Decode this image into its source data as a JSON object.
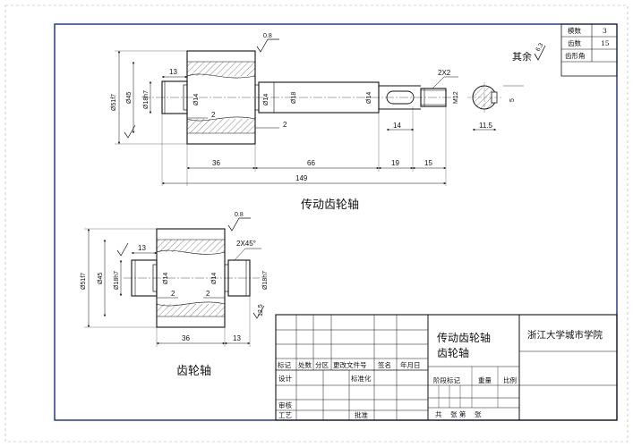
{
  "param_table": {
    "rows": [
      {
        "label": "模数",
        "value": "3"
      },
      {
        "label": "齿数",
        "value": "15"
      },
      {
        "label": "齿形角",
        "value": ""
      }
    ]
  },
  "roughness": {
    "rest": "其余",
    "rest_value": "6.3",
    "top_value": "0.8",
    "bottom_value": "0.8",
    "side_value": "12.5"
  },
  "top_view": {
    "title": "传动齿轮轴",
    "dims": {
      "d51": "Ø51f7",
      "d45": "Ø45",
      "d18a": "Ø18h7",
      "d14a": "Ø14",
      "d14b": "Ø14",
      "d18b": "Ø18",
      "d14c": "Ø14",
      "m12": "M12",
      "l13": "13",
      "l2a": "2",
      "l2b": "2",
      "l36": "36",
      "l66": "66",
      "l19": "19",
      "l15": "15",
      "l149": "149",
      "l14": "14",
      "c2x2": "2X2",
      "s11_5": "11.5",
      "s5": "5"
    }
  },
  "bottom_view": {
    "title": "齿轮轴",
    "dims": {
      "d51": "Ø51f7",
      "d45": "Ø45",
      "d18a": "Ø18h7",
      "d14a": "Ø14",
      "d14b": "Ø14",
      "d18b": "Ø18h7",
      "l13a": "13",
      "l2a": "2",
      "l2b": "2",
      "l36": "36",
      "l13b": "13",
      "chamfer": "2X45°"
    }
  },
  "title_block": {
    "name1": "传动齿轮轴",
    "name2": "齿轮轴",
    "school": "浙江大学城市学院",
    "headers": [
      "标记",
      "处数",
      "分区",
      "更改文件号",
      "签名",
      "年月日"
    ],
    "design": "设计",
    "standard": "标准化",
    "stage_mark": "阶段标记",
    "weight": "重量",
    "scale": "比例",
    "review": "审核",
    "process": "工艺",
    "approve": "批准",
    "sheets": "共    张 第    张"
  }
}
